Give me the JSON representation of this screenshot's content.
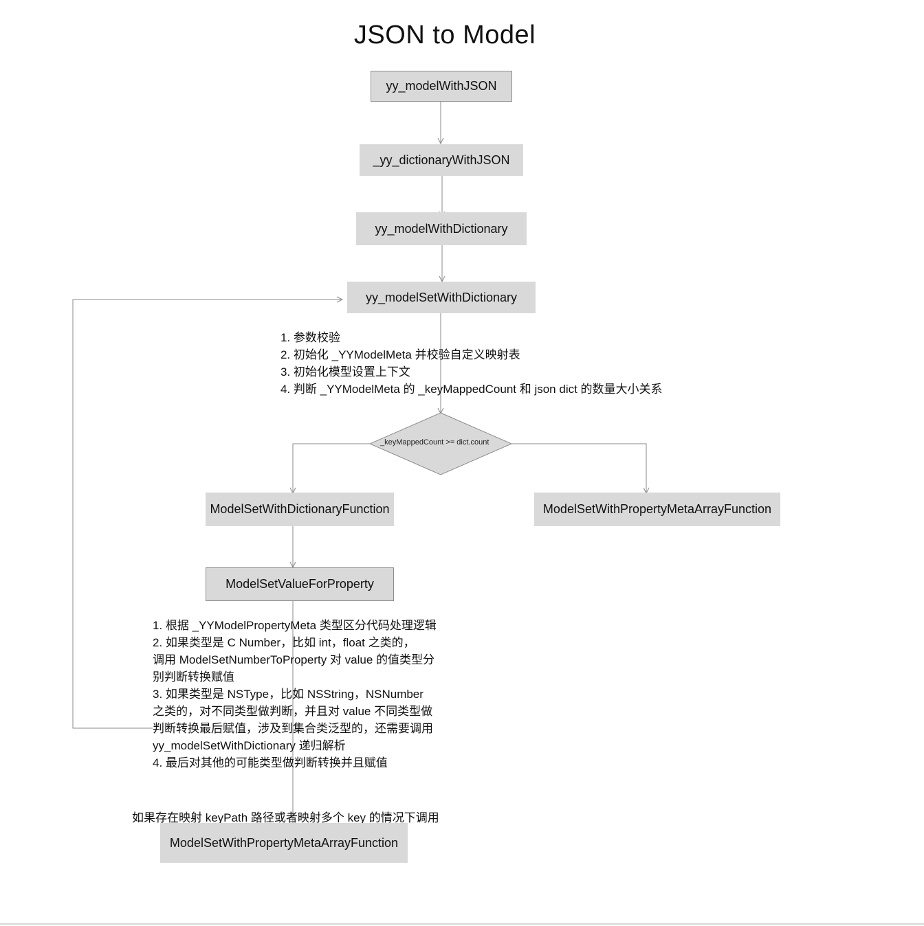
{
  "diagram": {
    "title": "JSON to Model",
    "nodes": {
      "model_with_json": "yy_modelWithJSON",
      "dictionary_with_json": "_yy_dictionaryWithJSON",
      "model_with_dictionary": "yy_modelWithDictionary",
      "model_set_with_dictionary": "yy_modelSetWithDictionary",
      "decision": "_keyMappedCount >= dict.count",
      "dictionary_function": "ModelSetWithDictionaryFunction",
      "property_meta_array_function_right": "ModelSetWithPropertyMetaArrayFunction",
      "set_value_for_property": "ModelSetValueForProperty",
      "property_meta_array_function_bottom": "ModelSetWithPropertyMetaArrayFunction"
    },
    "notes": {
      "set_with_dictionary_steps": [
        "1. 参数校验",
        "2. 初始化 _YYModelMeta 并校验自定义映射表",
        "3. 初始化模型设置上下文",
        "4. 判断 _YYModelMeta 的 _keyMappedCount 和 json dict 的数量大小关系"
      ],
      "set_value_steps": [
        "1. 根据 _YYModelPropertyMeta 类型区分代码处理逻辑",
        "2. 如果类型是 C Number，比如 int，float 之类的，",
        "调用 ModelSetNumberToProperty 对 value 的值类型分",
        "别判断转换赋值",
        "3. 如果类型是 NSType，比如 NSString，NSNumber",
        "之类的，对不同类型做判断，并且对 value 不同类型做",
        "判断转换最后赋值，涉及到集合类泛型的，还需要调用",
        "yy_modelSetWithDictionary 递归解析",
        "4. 最后对其他的可能类型做判断转换并且赋值"
      ],
      "keypath_condition": "如果存在映射 keyPath 路径或者映射多个 key 的情况下调用"
    },
    "colors": {
      "node_fill": "#d9d9d9",
      "node_border": "#8c8c8c",
      "connector": "#8a8a8a"
    }
  }
}
